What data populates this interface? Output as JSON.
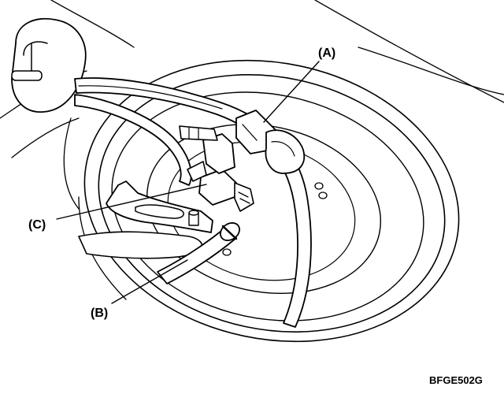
{
  "callouts": {
    "a": "(A)",
    "b": "(B)",
    "c": "(C)"
  },
  "figure_code": "BFGE502G"
}
